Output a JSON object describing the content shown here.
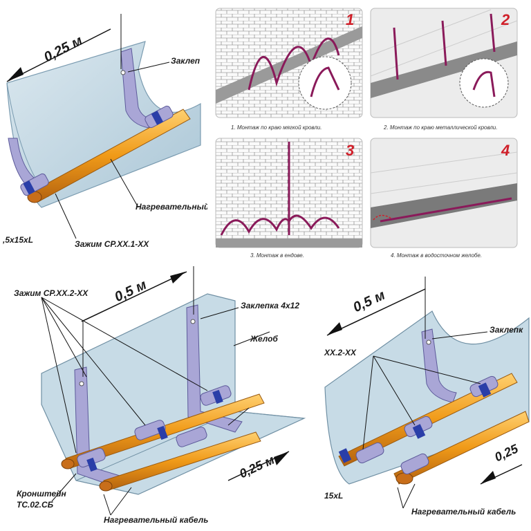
{
  "top_left": {
    "dimension": "0,25 м",
    "rivet_label": "Заклеп",
    "cable_label": "Нагревательный",
    "size_label": ",5х15хL",
    "clamp_label": "Зажим СР.ХХ.1-ХХ"
  },
  "grid": {
    "panels": [
      {
        "number": "1",
        "caption": "1. Монтаж по краю мягкой кровли."
      },
      {
        "number": "2",
        "caption": "2. Монтаж по краю металлической кровли."
      },
      {
        "number": "3",
        "caption": "3. Монтаж в ендове."
      },
      {
        "number": "4",
        "caption": "4. Монтаж в водосточном желобе."
      }
    ]
  },
  "bottom_left": {
    "clamp_label": "Зажим СР.ХХ.2-ХХ",
    "dimension_top": "0,5 м",
    "rivet_label": "Заклепка 4х12",
    "gutter_label": "Желоб",
    "dimension_bottom": "0,25 м",
    "bracket_label_1": "Кронштейн",
    "bracket_label_2": "ТС.02.СБ",
    "cable_label": "Нагревательный кабель"
  },
  "bottom_right": {
    "dimension_top": "0,5 м",
    "rivet_label": "Заклепк",
    "clamp_label": "ХХ.2-ХХ",
    "dimension_bottom": "0,25",
    "size_label": "15хL",
    "cable_label": "Нагревательный кабель"
  },
  "colors": {
    "cable_orange": "#f0a020",
    "cable_dark": "#b86a10",
    "bracket": "#a9a6d6",
    "clamp_blue": "#2a3ea8",
    "gutter": "#c7dbe6",
    "cable_red": "#8a1a5a"
  }
}
